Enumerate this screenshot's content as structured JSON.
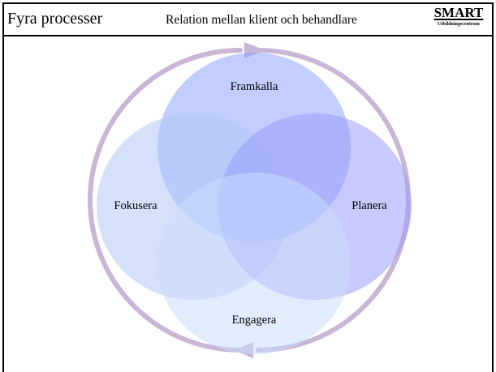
{
  "header": {
    "title": "Fyra processer",
    "subtitle": "Relation mellan klient och behandlare",
    "logo_main": "SMART",
    "logo_sub": "Utbildningscentrum"
  },
  "diagram": {
    "labels": {
      "top": "Framkalla",
      "left": "Fokusera",
      "right": "Planera",
      "bottom": "Engagera"
    },
    "colors": {
      "top": "#8fa6ff",
      "left": "#b3c6f7",
      "right": "#9a9cfb",
      "bottom": "#c8dcfb",
      "cycle_arrows": "#c9b5d6"
    }
  }
}
